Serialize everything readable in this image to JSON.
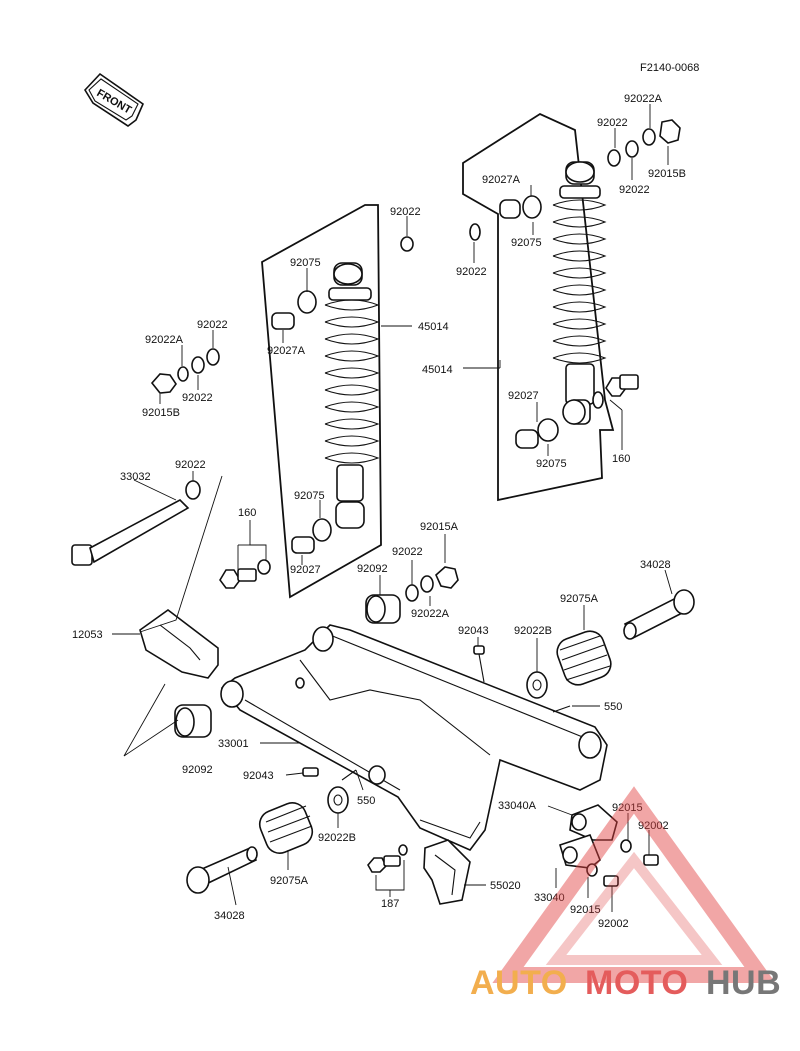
{
  "diagram_code": "F2140-0068",
  "front_label": "FRONT",
  "watermark": {
    "text_a": "AUTO",
    "text_b": "MOTO",
    "text_c": "HUB",
    "color_orange": "#f0a030",
    "color_red": "#e04040",
    "color_gray": "#606060"
  },
  "labels": {
    "p92022A_tr": "92022A",
    "p92022_tr1": "92022",
    "p92015B_tr": "92015B",
    "p92022_tr2": "92022",
    "p92027A_r": "92027A",
    "p92022_mid": "92022",
    "p92022_mid2": "92022",
    "p92075_r1": "92075",
    "p45014_r": "45014",
    "p92027_r": "92027",
    "p92075_r2": "92075",
    "p160_r": "160",
    "p92075_l1": "92075",
    "p92027A_l": "92027A",
    "p45014_l": "45014",
    "p92022_l1": "92022",
    "p92022A_l": "92022A",
    "p92022_l2": "92022",
    "p92015B_l": "92015B",
    "p33032": "33032",
    "p92022_l3": "92022",
    "p92075_l2": "92075",
    "p160_l": "160",
    "p92027_l": "92027",
    "p92015A": "92015A",
    "p92022_c": "92022",
    "p92092_c": "92092",
    "p92022A_c": "92022A",
    "p34028_r": "34028",
    "p92075A_r": "92075A",
    "p12053": "12053",
    "p92043_r": "92043",
    "p92022B_r": "92022B",
    "p550_r": "550",
    "p33001": "33001",
    "p92092_l": "92092",
    "p92043_l": "92043",
    "p550_l": "550",
    "p92022B_l": "92022B",
    "p33040A": "33040A",
    "p92015_r": "92015",
    "p92002_r": "92002",
    "p92075A_l": "92075A",
    "p187": "187",
    "p55020": "55020",
    "p33040": "33040",
    "p34028_l": "34028",
    "p92015_b": "92015",
    "p92002_b": "92002"
  }
}
